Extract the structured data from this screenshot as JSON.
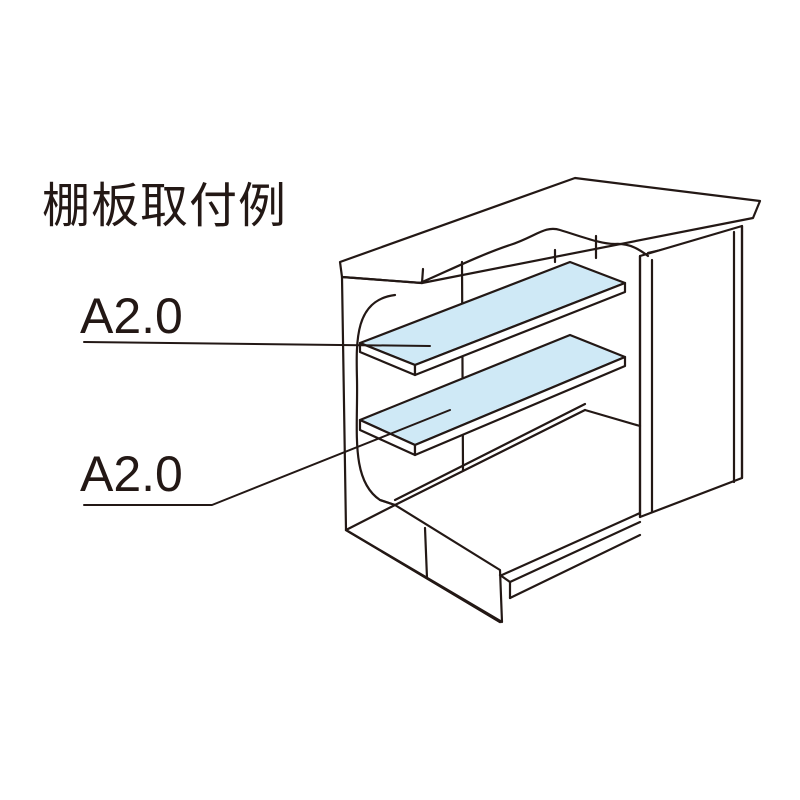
{
  "diagram": {
    "title": "棚板取付例",
    "shelf_labels": [
      "A2.0",
      "A2.0"
    ],
    "colors": {
      "line": "#231815",
      "shelf_top": "#cfe9f6",
      "shelf_front": "#ffffff",
      "background": "#ffffff"
    }
  }
}
